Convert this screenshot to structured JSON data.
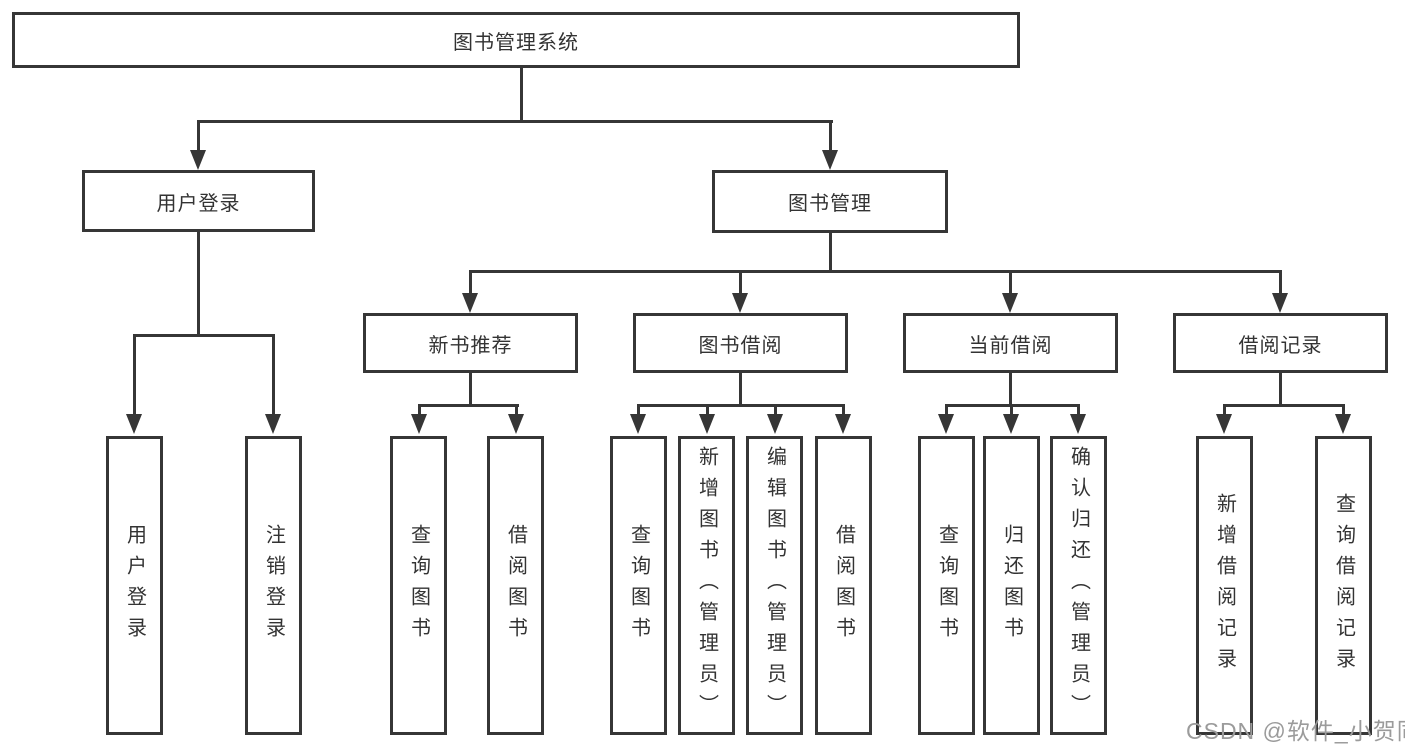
{
  "diagram": {
    "root_label": "图书管理系统",
    "branches": [
      {
        "label": "用户登录"
      },
      {
        "label": "图书管理"
      }
    ],
    "modules": [
      {
        "label": "新书推荐"
      },
      {
        "label": "图书借阅"
      },
      {
        "label": "当前借阅"
      },
      {
        "label": "借阅记录"
      }
    ],
    "leaves": [
      {
        "label": "用户登录"
      },
      {
        "label": "注销登录"
      },
      {
        "label": "查询图书"
      },
      {
        "label": "借阅图书"
      },
      {
        "label": "查询图书"
      },
      {
        "label": "新增图书（管理员）"
      },
      {
        "label": "编辑图书（管理员）"
      },
      {
        "label": "借阅图书"
      },
      {
        "label": "查询图书"
      },
      {
        "label": "归还图书"
      },
      {
        "label": "确认归还（管理员）"
      },
      {
        "label": "新增借阅记录"
      },
      {
        "label": "查询借阅记录"
      }
    ]
  },
  "watermark": "CSDN @软件_小贺同学",
  "colors": {
    "line": "#363636",
    "text": "#333333",
    "watermark": "#9b9b9b",
    "background": "#ffffff"
  }
}
